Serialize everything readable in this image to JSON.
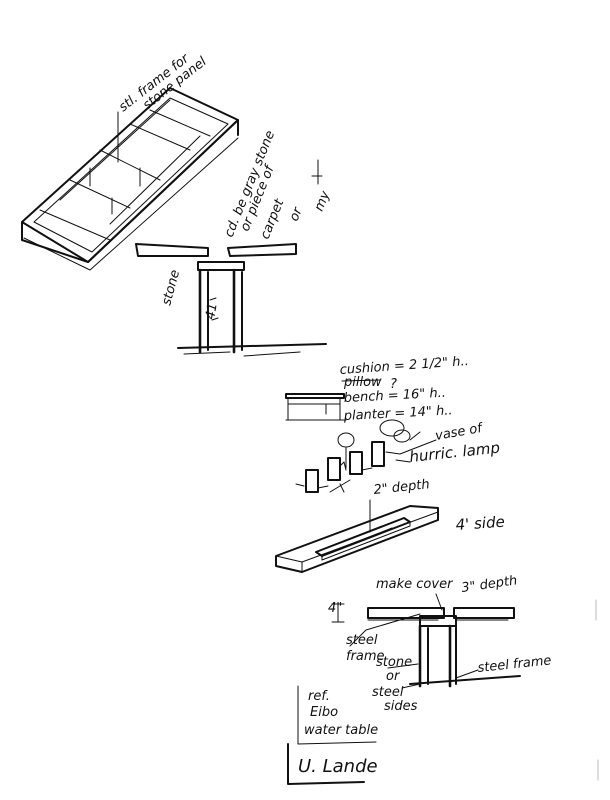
{
  "annotations": {
    "stl_frame_line1": "stl. frame for",
    "stl_frame_line2": "stone panel",
    "gray_stone_line1": "cd. be gray stone",
    "gray_stone_line2": "or piece of",
    "gray_stone_line3": "carpet",
    "gray_stone_line4": "or",
    "gray_stone_line5": "my",
    "stone_label": "stone",
    "height_label": "41",
    "cushion": "cushion = 2 1/2\" h..",
    "pillow": "pillow",
    "cushion_q": "?",
    "bench": "bench = 16\" h..",
    "planter": "planter = 14\" h..",
    "vase": "vase of",
    "hurric": "hurric. lamp",
    "depth2": "2\" depth",
    "side4": "4' side",
    "make_cover": "make cover",
    "depth3": "3\" depth",
    "dim4": "4\"",
    "steel_frame_line1": "steel",
    "steel_frame_line2": "frame",
    "stone_or_line1": "stone",
    "stone_or_line2": "or",
    "steel_sides_line1": "steel",
    "steel_sides_line2": "sides",
    "steel_frame_right": "steel frame",
    "ref_line1": "ref.",
    "ref_line2": "Eibo",
    "ref_line3": "water table",
    "signature": "U. Lande"
  }
}
